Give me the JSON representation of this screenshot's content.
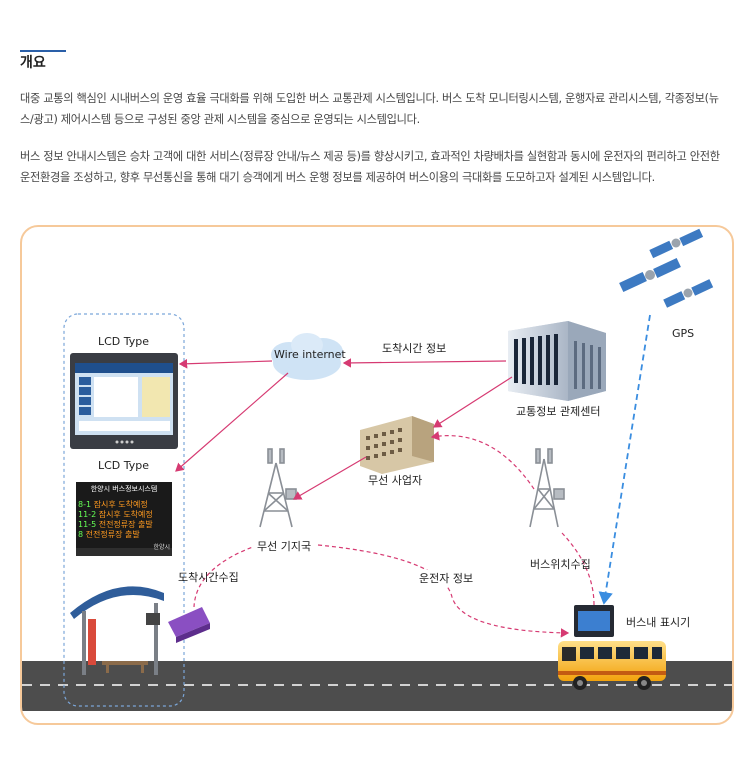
{
  "section": {
    "title": "개요",
    "paragraph1": "대중 교통의 핵심인 시내버스의 운영 효율 극대화를 위해 도입한 버스 교통관제 시스템입니다. 버스 도착 모니터링시스템, 운행자료 관리시스템, 각종정보(뉴스/광고) 제어시스템 등으로 구성된 중앙 관제 시스템을 중심으로 운영되는 시스템입니다.",
    "paragraph2": "버스 정보 안내시스템은 승차 고객에 대한 서비스(정류장 안내/뉴스 제공 등)를 향상시키고, 효과적인 차량배차를 실현함과 동시에 운전자의 편리하고 안전한 운전환경을 조성하고, 향후 무선통신을 통해 대기 승객에게 버스 운행 정보를 제공하여 버스이용의 극대화를 도모하고자 설계된 시스템입니다."
  },
  "diagram": {
    "lcd_type_1": "LCD Type",
    "lcd_type_2": "LCD Type",
    "wire_internet": "Wire internet",
    "arrival_info": "도착시간 정보",
    "traffic_center": "교통정보 관제센터",
    "gps": "GPS",
    "wireless_operator": "무선 사업자",
    "wireless_base": "무선 기지국",
    "arrival_collect": "도착시간수집",
    "driver_info": "운전자 정보",
    "bus_location": "버스위치수집",
    "bus_display": "버스내 표시기",
    "led_title": "한양시 버스정보시스템",
    "led_rows": [
      {
        "no": "8-1",
        "text": "잠시후 도착예정"
      },
      {
        "no": "11-2",
        "text": "잠시후 도착예정"
      },
      {
        "no": "11-5",
        "text": "전전정류장 출발"
      },
      {
        "no": "8",
        "text": "전전정류장 출발"
      }
    ],
    "led_footer": "한양시"
  }
}
